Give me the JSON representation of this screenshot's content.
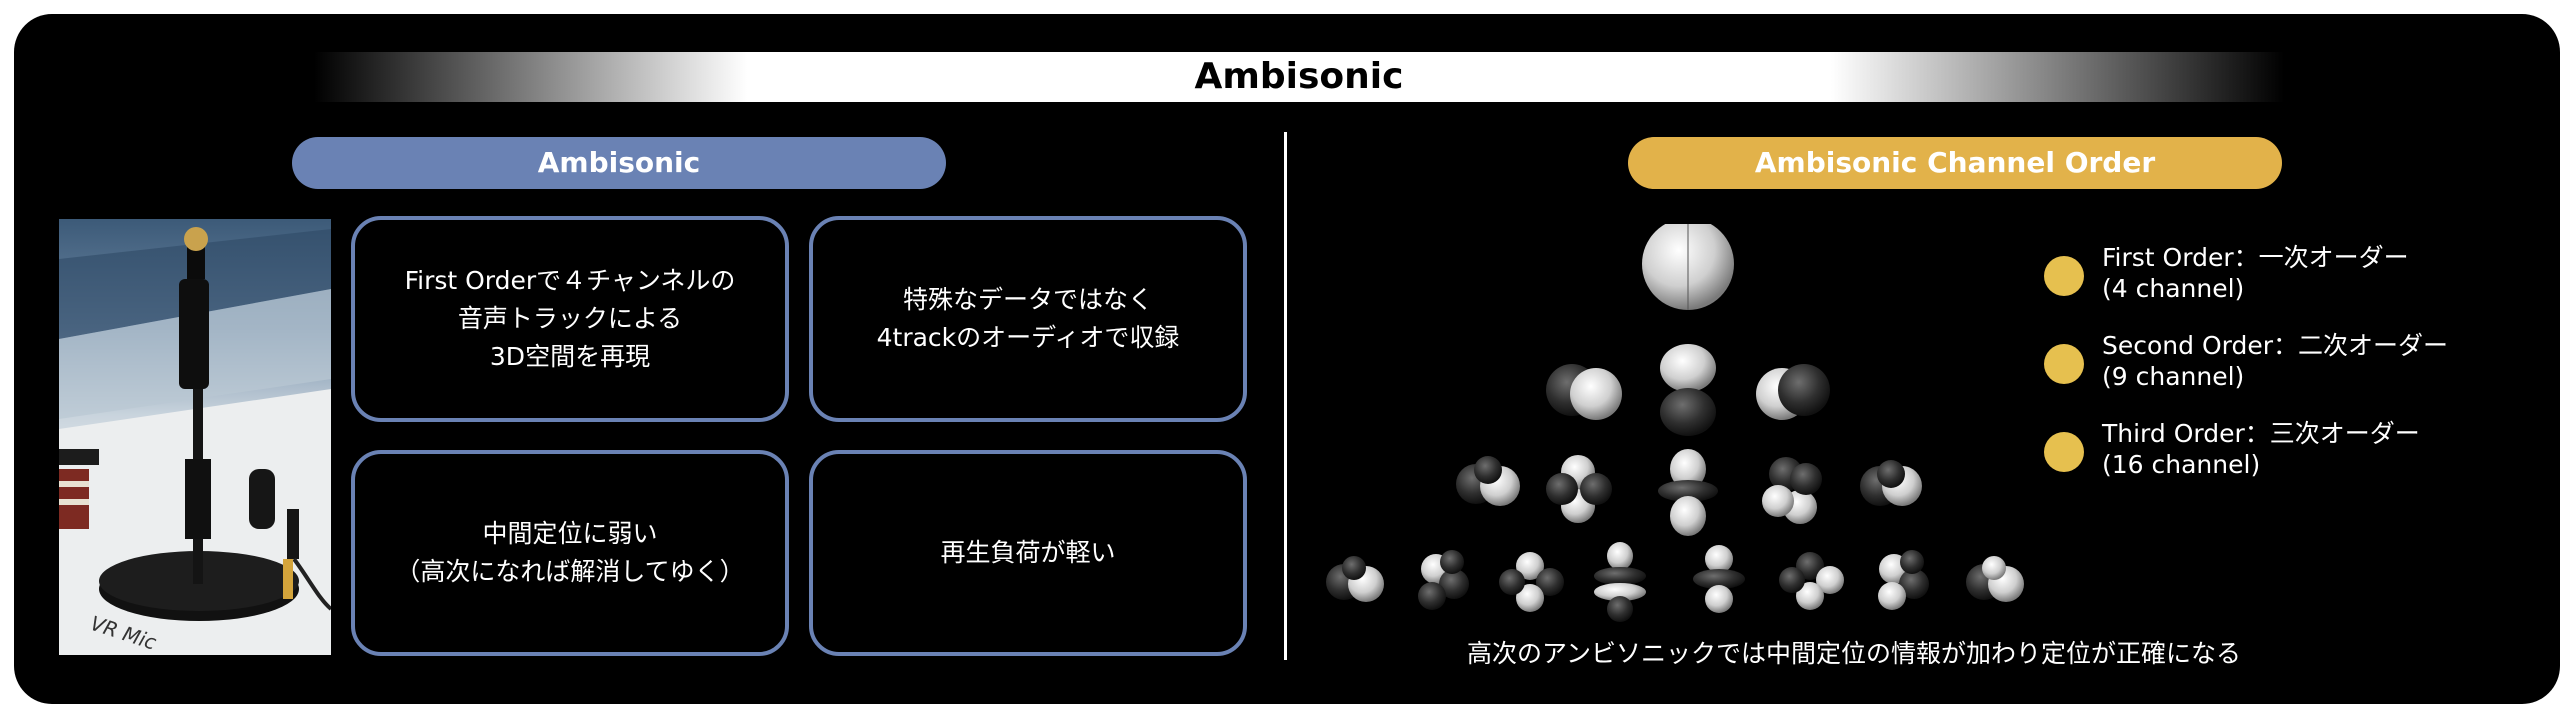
{
  "title": "Ambisonic",
  "left_section": {
    "header": "Ambisonic",
    "photo_caption": "VR Mic",
    "boxes": [
      {
        "lines": [
          "First Orderで４チャンネルの",
          "音声トラックによる",
          "3D空間を再現"
        ]
      },
      {
        "lines": [
          "特殊なデータではなく",
          "4trackのオーディオで収録"
        ]
      },
      {
        "lines": [
          "中間定位に弱い",
          "（高次になれば解消してゆく）"
        ]
      },
      {
        "lines": [
          "再生負荷が軽い"
        ]
      }
    ]
  },
  "right_section": {
    "header": "Ambisonic  Channel Order",
    "legend": [
      {
        "line1": "First Order：一次オーダー",
        "line2": "(4 channel)"
      },
      {
        "line1": "Second Order：二次オーダー",
        "line2": "(9 channel)"
      },
      {
        "line1": "Third Order：三次オーダー",
        "line2": "(16 channel)"
      }
    ],
    "caption": "高次のアンビソニックでは中間定位の情報が加わり定位が正確になる"
  },
  "colors": {
    "blue": "#6a82b4",
    "gold": "#e2b24a",
    "dot": "#e6c04f"
  }
}
